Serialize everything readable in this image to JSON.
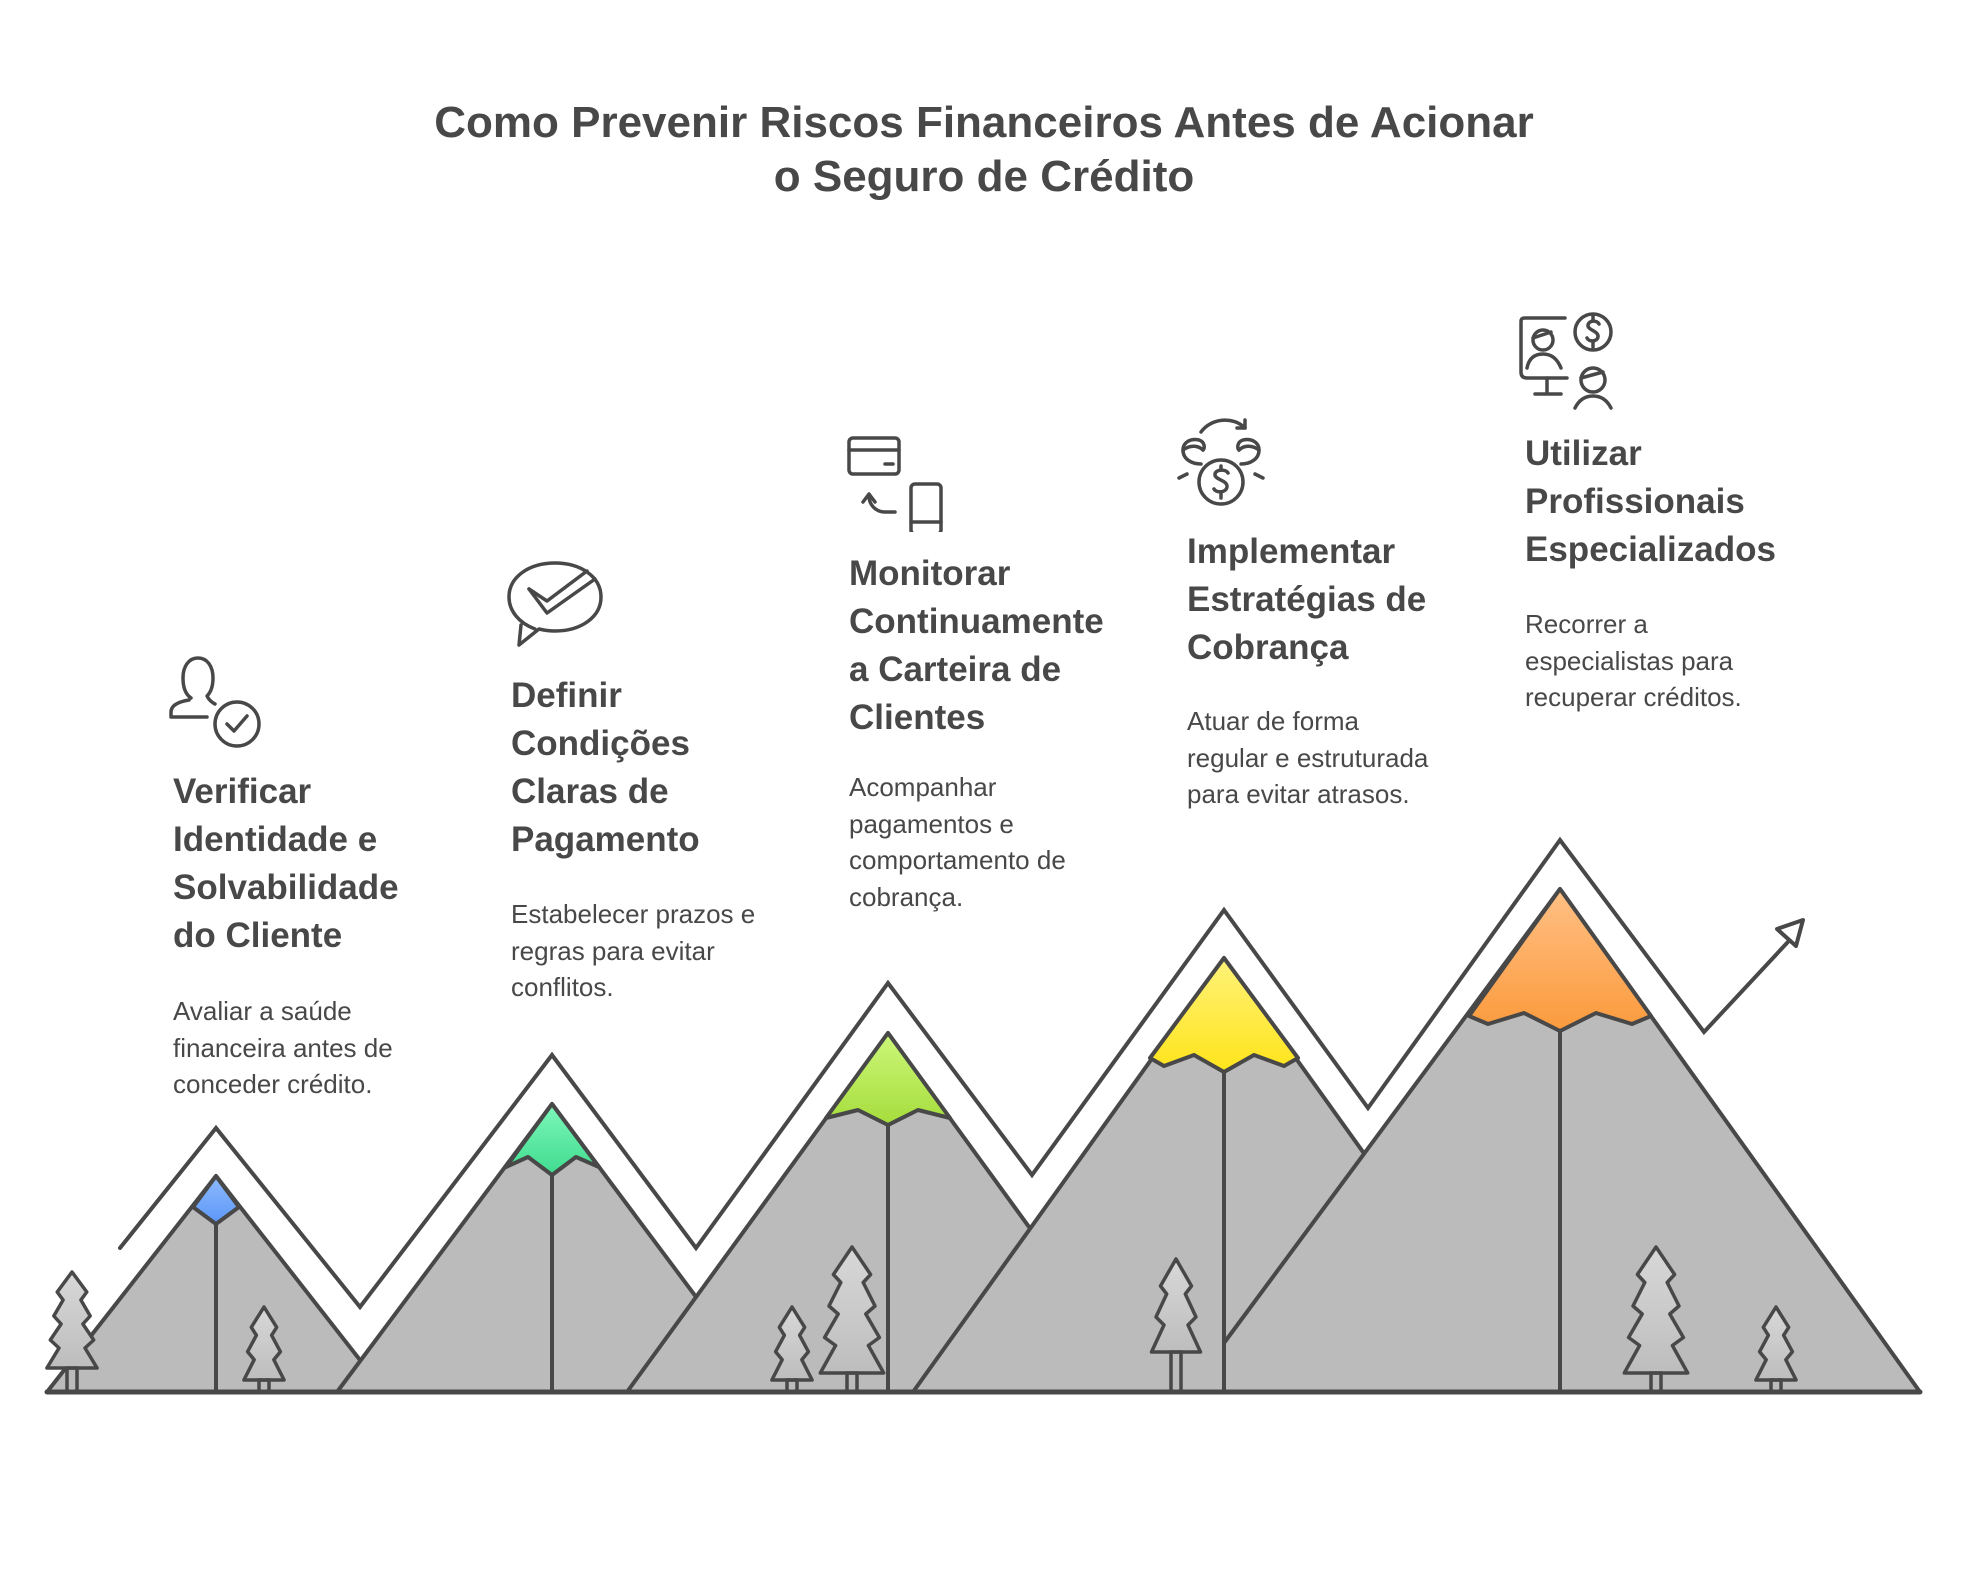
{
  "title": {
    "line1": "Como Prevenir Riscos Financeiros Antes de Acionar",
    "line2": "o Seguro de Crédito"
  },
  "steps": [
    {
      "icon": "user-check-icon",
      "heading_lines": [
        "Verificar",
        "Identidade e",
        "Solvabilidade",
        "do Cliente"
      ],
      "body_lines": [
        "Avaliar a saúde",
        "financeira antes de",
        "conceder crédito."
      ],
      "peak_color": "#5b97f7",
      "peak_color_light": "#8fbaff"
    },
    {
      "icon": "chat-check-icon",
      "heading_lines": [
        "Definir",
        "Condições",
        "Claras de",
        "Pagamento"
      ],
      "body_lines": [
        "Estabelecer prazos e",
        "regras para evitar",
        "conflitos."
      ],
      "peak_color": "#3fdc8e",
      "peak_color_light": "#7ef7ba"
    },
    {
      "icon": "card-to-phone-icon",
      "heading_lines": [
        "Monitorar",
        "Continuamente",
        "a Carteira de",
        "Clientes"
      ],
      "body_lines": [
        "Acompanhar",
        "pagamentos e",
        "comportamento de",
        "cobrança."
      ],
      "peak_color": "#a6dd3c",
      "peak_color_light": "#ccf77a"
    },
    {
      "icon": "money-cycle-icon",
      "heading_lines": [
        "Implementar",
        "Estratégias de",
        "Cobrança"
      ],
      "body_lines": [
        "Atuar de forma",
        "regular e estruturada",
        "para evitar atrasos."
      ],
      "peak_color": "#ffe41a",
      "peak_color_light": "#fff27a"
    },
    {
      "icon": "specialist-consult-icon",
      "heading_lines": [
        "Utilizar",
        "Profissionais",
        "Especializados"
      ],
      "body_lines": [
        "Recorrer a",
        "especialistas para",
        "recuperar créditos."
      ],
      "peak_color": "#fb9a3c",
      "peak_color_light": "#ffc085"
    }
  ],
  "colors": {
    "stroke": "#484848",
    "mountain_top": "#d9d9d9",
    "mountain_bottom": "#bcbcbc",
    "text": "#484848"
  }
}
